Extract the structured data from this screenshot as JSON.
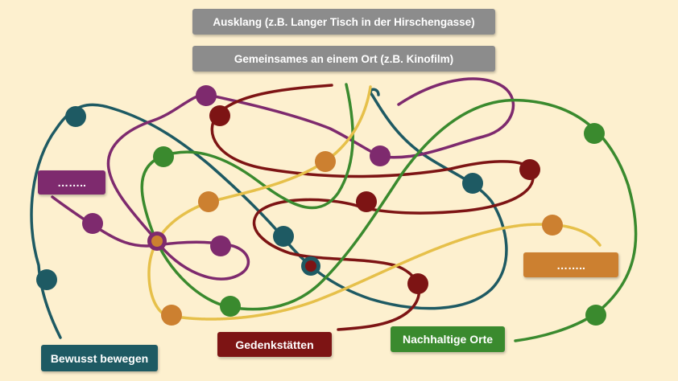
{
  "colors": {
    "background": "#fdf0cf",
    "gray": "#8c8c8c",
    "teal": "#1e5a63",
    "purple": "#7e2a6e",
    "darkred": "#7d1414",
    "green": "#3a8a2e",
    "orange": "#cc8030",
    "gold": "#e6c04a"
  },
  "labels": {
    "ausklang": "Ausklang (z.B. Langer Tisch in der Hirschengasse)",
    "gemeinsames": "Gemeinsames an einem Ort (z.B. Kinofilm)",
    "purple_placeholder": "……..",
    "orange_placeholder": "……..",
    "bewusst": "Bewusst bewegen",
    "gedenk": "Gedenkstätten",
    "nachhaltig": "Nachhaltige Orte"
  }
}
